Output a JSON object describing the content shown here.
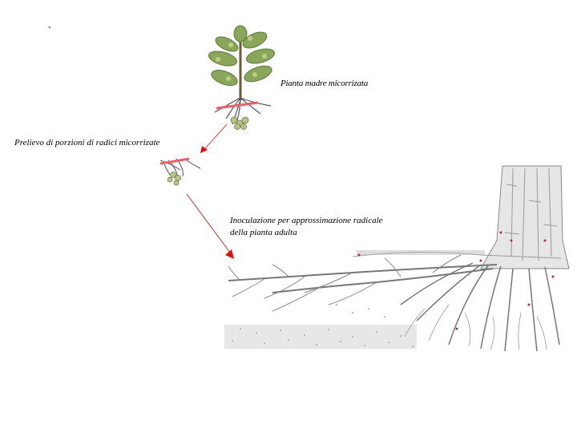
{
  "captions": {
    "mother_plant": "Pianta madre micorrizata",
    "collection": "Prelievo di porzioni di radici micorrizate",
    "inoculation_line1": "Inoculazione per approssimazione radicale",
    "inoculation_line2": "della pianta adulta"
  },
  "marks": {
    "dash": "-"
  },
  "colors": {
    "arrow": "#d94a4a",
    "arrow_head": "#e01010",
    "cut_line": "#e8606a",
    "leaf": "#8aa65a",
    "leaf_dark": "#5c7a3a",
    "root": "#555555",
    "mycorrhiza": "#b9c48a"
  }
}
